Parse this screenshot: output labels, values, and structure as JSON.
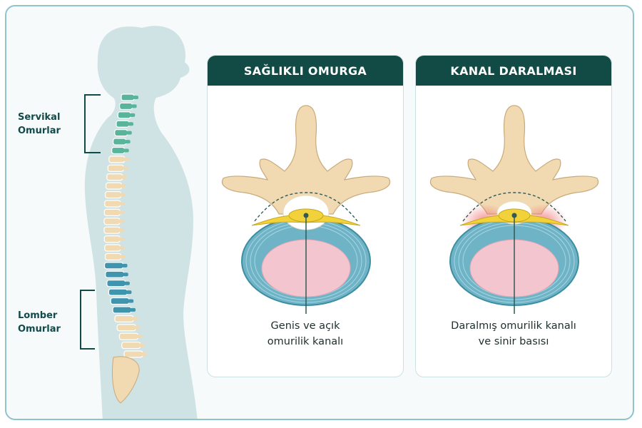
{
  "labels": {
    "cervical": [
      "Servikal",
      "Omurlar"
    ],
    "lumbar": [
      "Lomber",
      "Omurlar"
    ]
  },
  "panels": [
    {
      "title": "SAĞLIKLI OMURGA",
      "caption": [
        "Genis ve açık",
        "omurilik kanalı"
      ],
      "condition": "healthy"
    },
    {
      "title": "KANAL DARALMASI",
      "caption": [
        "Daralmış omurilik kanalı",
        "ve sinir basısı"
      ],
      "condition": "stenosis"
    }
  ],
  "colors": {
    "frame_border": "#8ec3cf",
    "silhouette": "#cfe3e4",
    "header": "#124a45",
    "bone": "#f1d9b2",
    "bone_outline": "#c9aa7a",
    "cervical": "#58b49a",
    "lumbar": "#3f95ae",
    "disc_outer": "#6fb3c7",
    "disc_inner": "#f3c6cf",
    "spinal_cord": "#f2d23a",
    "inflammation": "#f06b6b"
  }
}
